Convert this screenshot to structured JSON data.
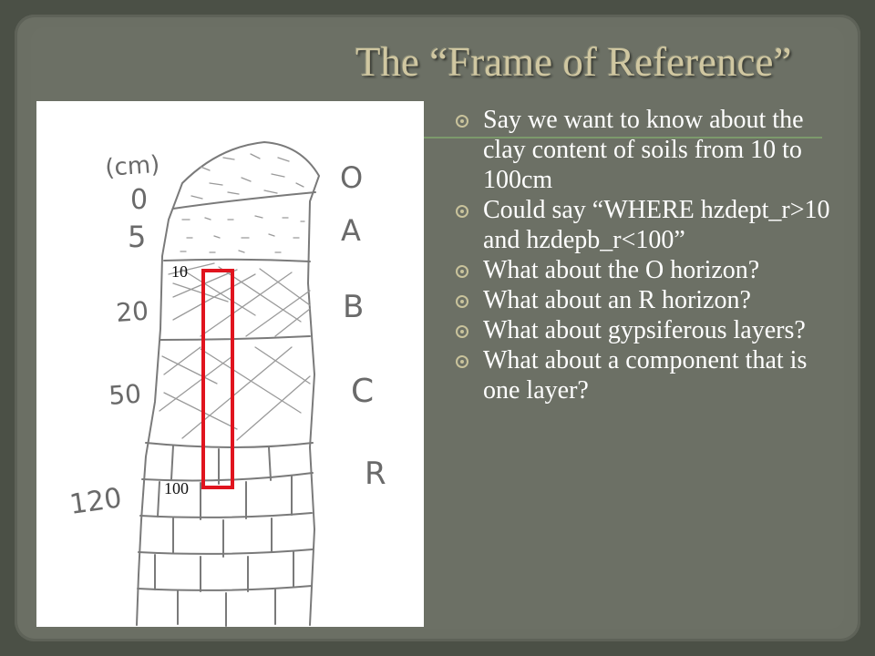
{
  "slide": {
    "title": "The “Frame of Reference”"
  },
  "drawing": {
    "units_label": "(cm)",
    "depth_ticks": [
      "0",
      "5",
      "20",
      "50",
      "120"
    ],
    "horizon_labels": [
      "O",
      "A",
      "B",
      "C",
      "R"
    ],
    "bracket_top_label": "10",
    "bracket_bottom_label": "100",
    "bracket_color": "#e0141e"
  },
  "bullets": [
    "Say we want to know about the clay content of soils from 10 to 100cm",
    "Could say “WHERE hzdept_r>10 and hzdepb_r<100”",
    "What about the O horizon?",
    "What about an R horizon?",
    "What about gypsiferous layers?",
    "What about a component that is one layer?"
  ],
  "colors": {
    "background": "#6c7065",
    "title": "#d0c7a1",
    "text": "#ffffff",
    "bullet": "#c9c39c"
  }
}
